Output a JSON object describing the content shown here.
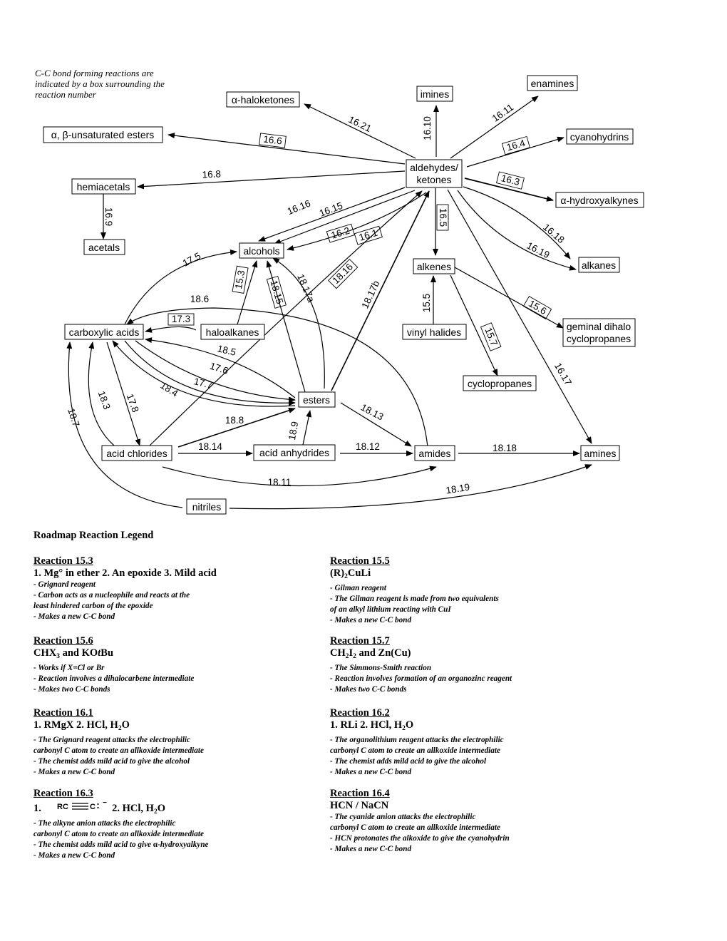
{
  "note": "C-C bond forming reactions are indicated by a box surrounding the reaction number",
  "nodes": {
    "haloketones": "α-haloketones",
    "imines": "imines",
    "enamines": "enamines",
    "unsat_esters": "α, β-unsaturated esters",
    "cyanohydrins": "cyanohydrins",
    "aldehydes_1": "aldehydes/",
    "aldehydes_2": "ketones",
    "hemiacetals": "hemiacetals",
    "hydroxyalkynes": "α-hydroxyalkynes",
    "acetals": "acetals",
    "alcohols": "alcohols",
    "alkanes": "alkanes",
    "alkenes": "alkenes",
    "carboxylic_acids": "carboxylic acids",
    "haloalkanes": "haloalkanes",
    "vinyl_halides": "vinyl halides",
    "gem_1": "geminal dihalo",
    "gem_2": "cyclopropanes",
    "cyclopropanes": "cyclopropanes",
    "esters": "esters",
    "acid_chlorides": "acid chlorides",
    "acid_anhydrides": "acid anhydrides",
    "amides": "amides",
    "amines": "amines",
    "nitriles": "nitriles"
  },
  "reactions": {
    "r16_21": "16.21",
    "r16_10": "16.10",
    "r16_11": "16.11",
    "r16_6": "16.6",
    "r16_4": "16.4",
    "r16_8": "16.8",
    "r16_3": "16.3",
    "r16_9": "16.9",
    "r16_16": "16.16",
    "r16_15": "16.15",
    "r16_2": "16.2",
    "r16_1": "16.1",
    "r16_5": "16.5",
    "r16_18": "16.18",
    "r16_19": "16.19",
    "r17_5": "17.5",
    "r15_3": "15.3",
    "r18_15": "18.15",
    "r18_17a": "18.17a",
    "r18_16": "18.16",
    "r18_17b": "18.17b",
    "r15_5": "15.5",
    "r15_6": "15.6",
    "r18_6": "18.6",
    "r17_3": "17.3",
    "r15_7": "15.7",
    "r18_5": "18.5",
    "r16_17": "16.17",
    "r17_6": "17.6",
    "r17_7": "17.7",
    "r18_4": "18.4",
    "r18_3": "18.3",
    "r17_8": "17.8",
    "r18_7": "18.7",
    "r18_13": "18.13",
    "r18_8": "18.8",
    "r18_9": "18.9",
    "r18_14": "18.14",
    "r18_12": "18.12",
    "r18_18": "18.18",
    "r18_11": "18.11",
    "r18_19": "18.19"
  },
  "legend": {
    "title": "Roadmap Reaction Legend",
    "e153": {
      "title": "Reaction 15.3",
      "reagents": "1. Mg° in ether  2. An epoxide  3. Mild acid",
      "notes": [
        "- Grignard reagent",
        "- Carbon acts as a nucleophile and reacts at the",
        "least hindered carbon of the epoxide",
        "- Makes a new C-C bond"
      ]
    },
    "e155": {
      "title": "Reaction 15.5",
      "reagents_a": "(R)",
      "reagents_sub": "2",
      "reagents_b": "CuLi",
      "notes": [
        "- Gilman reagent",
        "- The Gilman reagent is made from two equivalents",
        "of an alkyl lithium reacting with CuI",
        "- Makes a new C-C bond"
      ]
    },
    "e156": {
      "title": "Reaction 15.6",
      "reagents_a": "CHX",
      "reagents_sub": "3",
      "reagents_b": " and KO",
      "reagents_italic": "t",
      "reagents_c": "Bu",
      "notes": [
        "- Works if X=Cl or Br",
        "- Reaction involves a dihalocarbene intermediate",
        "- Makes two C-C bonds"
      ]
    },
    "e157": {
      "title": "Reaction 15.7",
      "reagents_a": "CH",
      "reagents_sub1": "2",
      "reagents_b": "I",
      "reagents_sub2": "2",
      "reagents_c": " and Zn(Cu)",
      "notes": [
        "- The Simmons-Smith reaction",
        "- Reaction involves formation of an organozinc reagent",
        "- Makes two C-C bonds"
      ]
    },
    "e161": {
      "title": "Reaction 16.1",
      "reagents_a": "1. RMgX  2. HCl, H",
      "reagents_sub": "2",
      "reagents_b": "O",
      "notes": [
        "- The Grignard reagent attacks the electrophilic",
        "carbonyl C atom to create an allkoxide intermediate",
        "- The chemist adds mild acid to give the alcohol",
        "- Makes a new C-C bond"
      ]
    },
    "e162": {
      "title": "Reaction 16.2",
      "reagents_a": "1. RLi  2. HCl, H",
      "reagents_sub": "2",
      "reagents_b": "O",
      "notes": [
        "- The organolithium reagent attacks the electrophilic",
        "carbonyl C atom to create an allkoxide intermediate",
        "- The chemist adds mild acid to give the alcohol",
        "- Makes a new C-C bond"
      ]
    },
    "e163": {
      "title": "Reaction 16.3",
      "reagents_a": "1.",
      "struct_r": "RC",
      "struct_c": "C",
      "struct_charge": "−",
      "reagents_b": "2. HCl, H",
      "reagents_sub": "2",
      "reagents_c": "O",
      "notes_a": [
        "- The alkyne anion attacks the electrophilic",
        "carbonyl C atom to create an allkoxide intermediate"
      ],
      "note_alpha_a": "- The chemist adds mild acid to give ",
      "note_alpha_sym": "α",
      "note_alpha_b": "-hydroxyalkyne",
      "notes_b": [
        "- Makes a new C-C bond"
      ]
    },
    "e164": {
      "title": "Reaction 16.4",
      "reagents": "HCN / NaCN",
      "notes": [
        "- The cyanide anion attacks the electrophilic",
        "carbonyl C atom to create an allkoxide intermediate",
        "- HCN protonates the alkoxide to give the cyanohydrin",
        "- Makes a new C-C bond"
      ]
    }
  }
}
